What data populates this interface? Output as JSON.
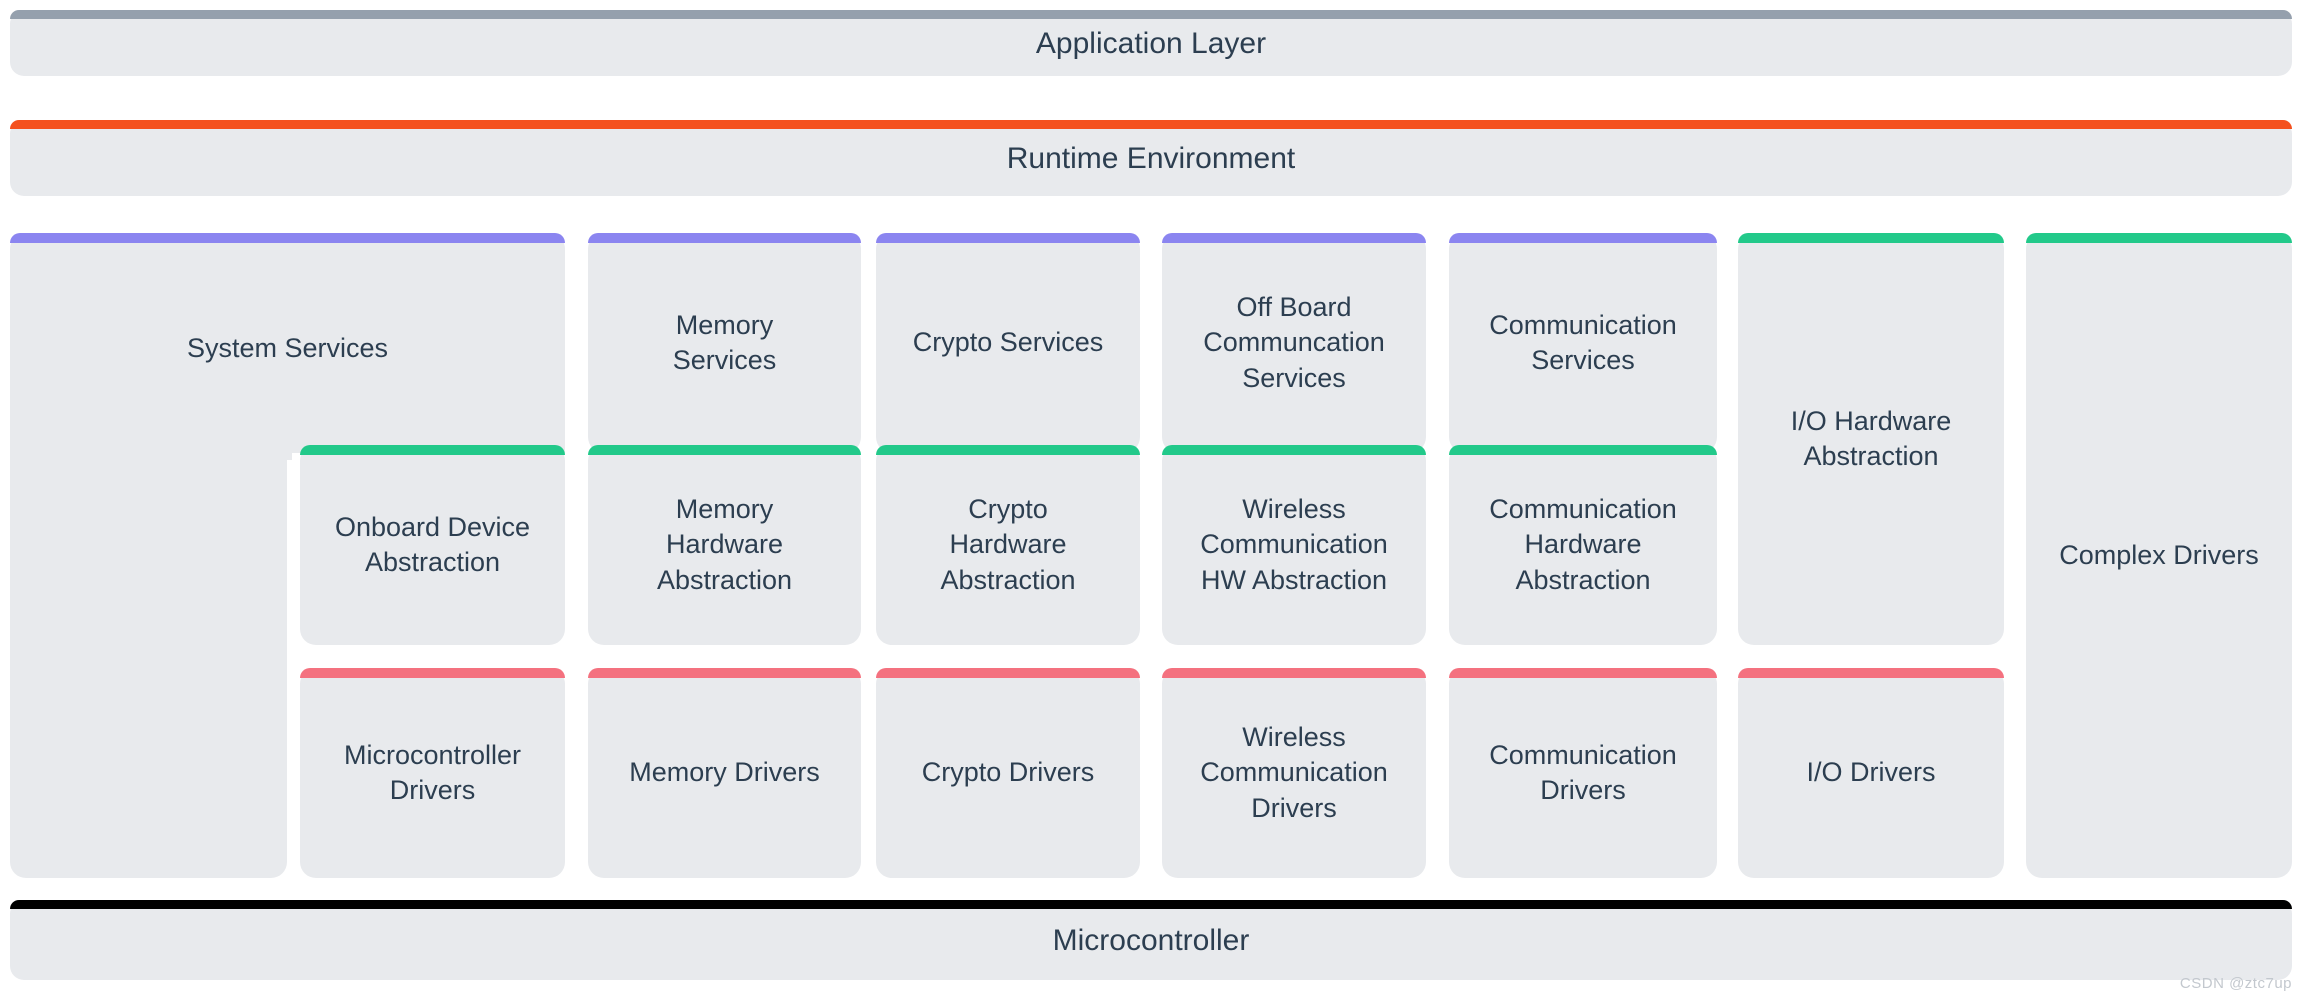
{
  "colors": {
    "card_bg": "#e8eaed",
    "text": "#2c3e50",
    "accent_application": "#95a0ad",
    "accent_runtime": "#f4511e",
    "accent_services": "#8b85f0",
    "accent_abstraction": "#22c98a",
    "accent_drivers": "#f4717f",
    "accent_microcontroller": "#000000",
    "page_bg": "#ffffff",
    "watermark": "#c3c8ce"
  },
  "layers": {
    "application": {
      "label": "Application Layer",
      "accent": "#95a0ad"
    },
    "runtime": {
      "label": "Runtime Environment",
      "accent": "#f4511e"
    },
    "microcontroller": {
      "label": "Microcontroller",
      "accent": "#000000"
    }
  },
  "basic_software": {
    "services_row": [
      {
        "label": "System Services",
        "accent": "#8b85f0"
      },
      {
        "label": "Memory\nServices",
        "accent": "#8b85f0"
      },
      {
        "label": "Crypto Services",
        "accent": "#8b85f0"
      },
      {
        "label": "Off Board\nCommuncation\nServices",
        "accent": "#8b85f0"
      },
      {
        "label": "Communication\nServices",
        "accent": "#8b85f0"
      }
    ],
    "abstraction_row": [
      {
        "label": "Onboard Device\nAbstraction",
        "accent": "#22c98a"
      },
      {
        "label": "Memory\nHardware\nAbstraction",
        "accent": "#22c98a"
      },
      {
        "label": "Crypto\nHardware\nAbstraction",
        "accent": "#22c98a"
      },
      {
        "label": "Wireless\nCommunication\nHW Abstraction",
        "accent": "#22c98a"
      },
      {
        "label": "Communication\nHardware\nAbstraction",
        "accent": "#22c98a"
      }
    ],
    "drivers_row": [
      {
        "label": "Microcontroller\nDrivers",
        "accent": "#f4717f"
      },
      {
        "label": "Memory Drivers",
        "accent": "#f4717f"
      },
      {
        "label": "Crypto Drivers",
        "accent": "#f4717f"
      },
      {
        "label": "Wireless\nCommunication\nDrivers",
        "accent": "#f4717f"
      },
      {
        "label": "Communication\nDrivers",
        "accent": "#f4717f"
      },
      {
        "label": "I/O Drivers",
        "accent": "#f4717f"
      }
    ],
    "io_hardware_abstraction": {
      "label": "I/O Hardware\nAbstraction",
      "accent": "#22c98a"
    },
    "complex_drivers": {
      "label": "Complex Drivers",
      "accent": "#22c98a"
    }
  },
  "watermark": {
    "text": "CSDN @ztc7up"
  }
}
